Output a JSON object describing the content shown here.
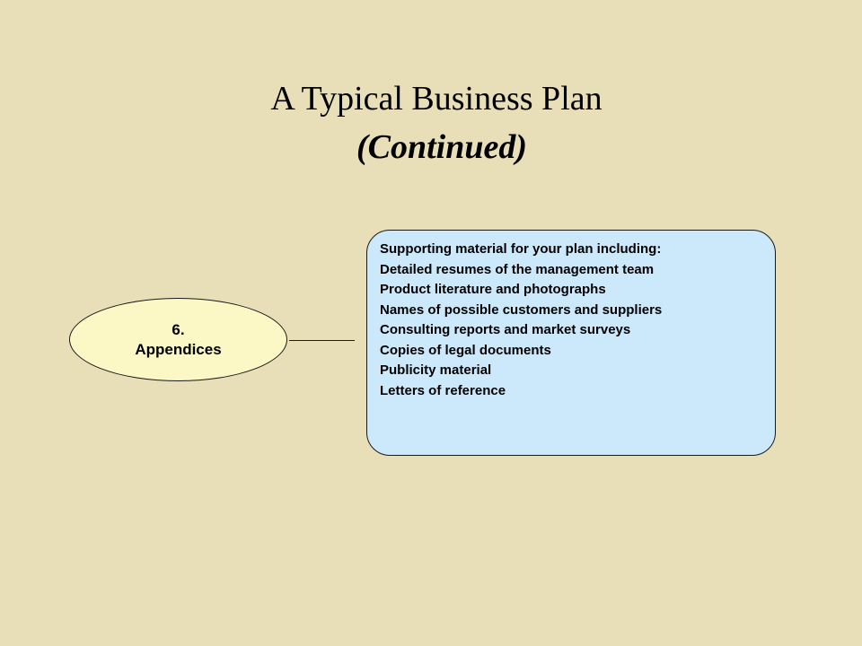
{
  "slide": {
    "title": "A Typical Business Plan",
    "subtitle": "(Continued)",
    "section": {
      "number": "6.",
      "name": "Appendices"
    },
    "details": [
      "Supporting material for your plan including:",
      "Detailed resumes of the management team",
      "Product literature and photographs",
      "Names of possible customers and suppliers",
      "Consulting reports and market surveys",
      "Copies of legal documents",
      "Publicity material",
      "Letters of reference"
    ]
  },
  "colors": {
    "background": "#e8dfb8",
    "ellipse_fill": "#fbf8c6",
    "box_fill": "#cce9fc",
    "outline": "#1a1a1a"
  }
}
